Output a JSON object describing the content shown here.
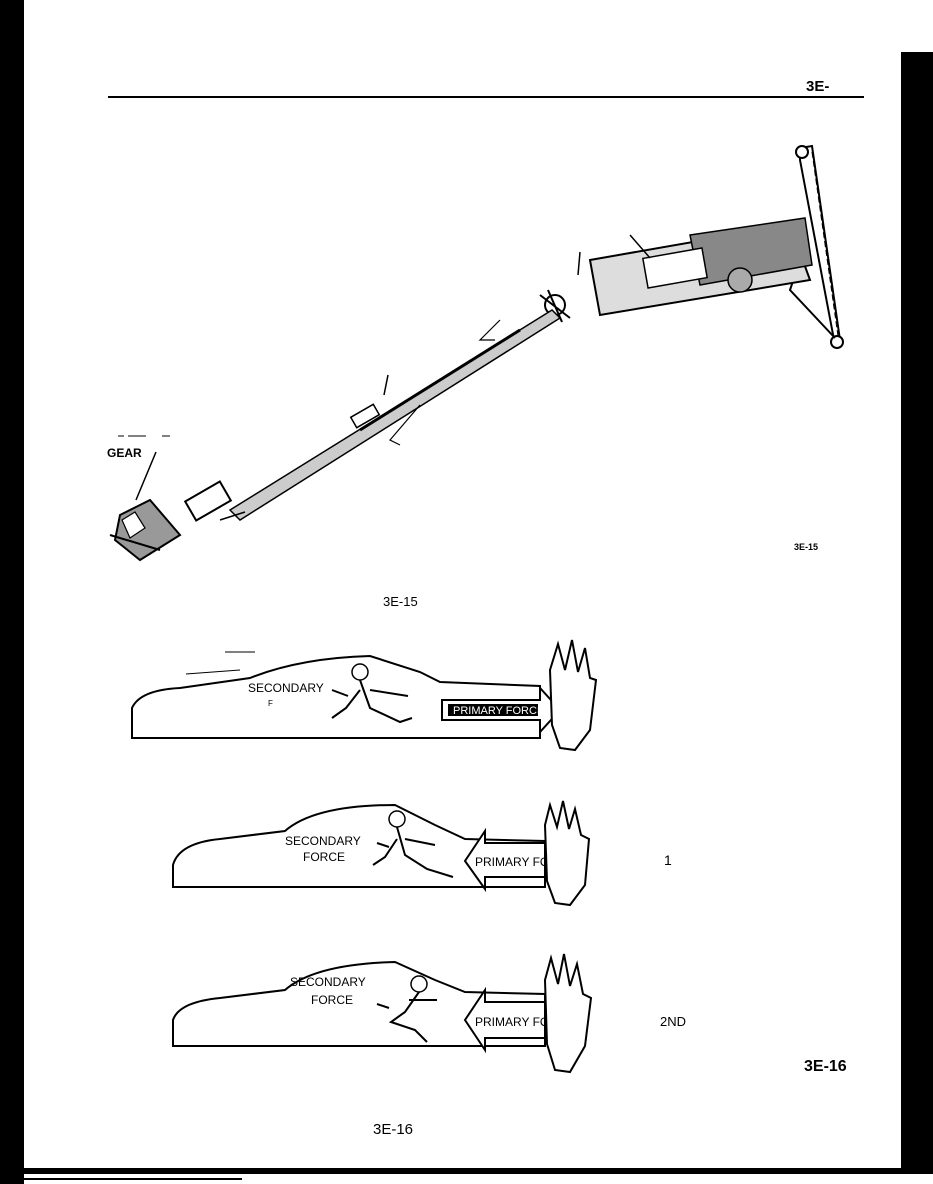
{
  "header": {
    "page_label": "3E-"
  },
  "figure_15": {
    "gear_label": "GEAR",
    "corner_ref": "3E-15",
    "caption_ref": "3E-15"
  },
  "figure_16": {
    "panel_1": {
      "secondary": "SECONDARY",
      "primary": "PRIMARY FORCE",
      "secondary_sub": "F"
    },
    "panel_2": {
      "secondary": "SECONDARY",
      "secondary_2": "FORCE",
      "primary": "PRIMARY FORCE",
      "side_label": "1"
    },
    "panel_3": {
      "secondary": "SECONDARY",
      "secondary_2": "FORCE",
      "primary": "PRIMARY FORCE",
      "side_label": "2ND"
    },
    "corner_ref": "3E-16",
    "caption_ref": "3E-16"
  }
}
